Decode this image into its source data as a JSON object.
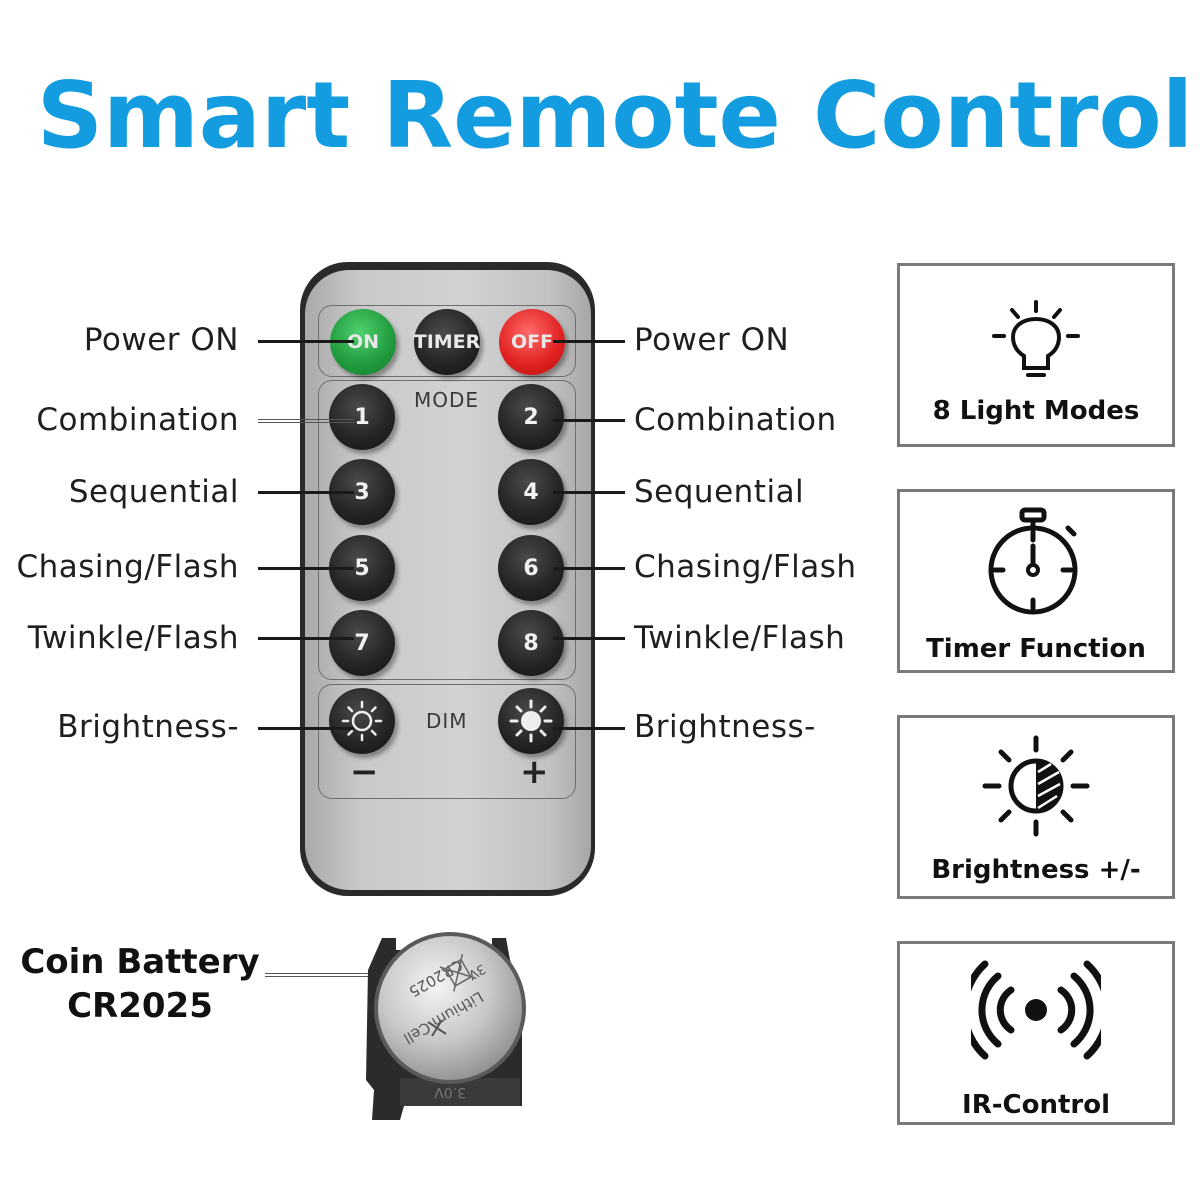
{
  "title": "Smart Remote Control",
  "remote": {
    "buttons": {
      "on": "ON",
      "timer": "TIMER",
      "off": "OFF",
      "mode_label": "MODE",
      "dim_label": "DIM",
      "mode_buttons": [
        "1",
        "2",
        "3",
        "4",
        "5",
        "6",
        "7",
        "8"
      ],
      "minus": "−",
      "plus": "+"
    }
  },
  "callouts": {
    "left": {
      "power": "Power ON",
      "b1": "Combination",
      "b3": "Sequential",
      "b5": "Chasing/Flash",
      "b7": "Twinkle/Flash",
      "dim_minus": "Brightness-"
    },
    "right": {
      "power": "Power ON",
      "b2": "Combination",
      "b4": "Sequential",
      "b6": "Chasing/Flash",
      "b8": "Twinkle/Flash",
      "dim_plus": "Brightness-"
    }
  },
  "battery": {
    "line1": "Coin Battery",
    "line2": "CR2025",
    "coin_text": "Lithium Cell",
    "coin_model": "CR2025",
    "coin_voltage": "3V",
    "holder_text": "3.0V"
  },
  "features": [
    {
      "label": "8 Light Modes",
      "icon": "lightbulb-icon"
    },
    {
      "label": "Timer Function",
      "icon": "stopwatch-icon"
    },
    {
      "label": "Brightness +/-",
      "icon": "brightness-sun-icon"
    },
    {
      "label": "IR-Control",
      "icon": "ir-signal-icon"
    }
  ],
  "colors": {
    "title": "#139ce0",
    "on_button": "#1f9a3d",
    "off_button": "#e02020",
    "remote_face": "#cfcfcf"
  }
}
